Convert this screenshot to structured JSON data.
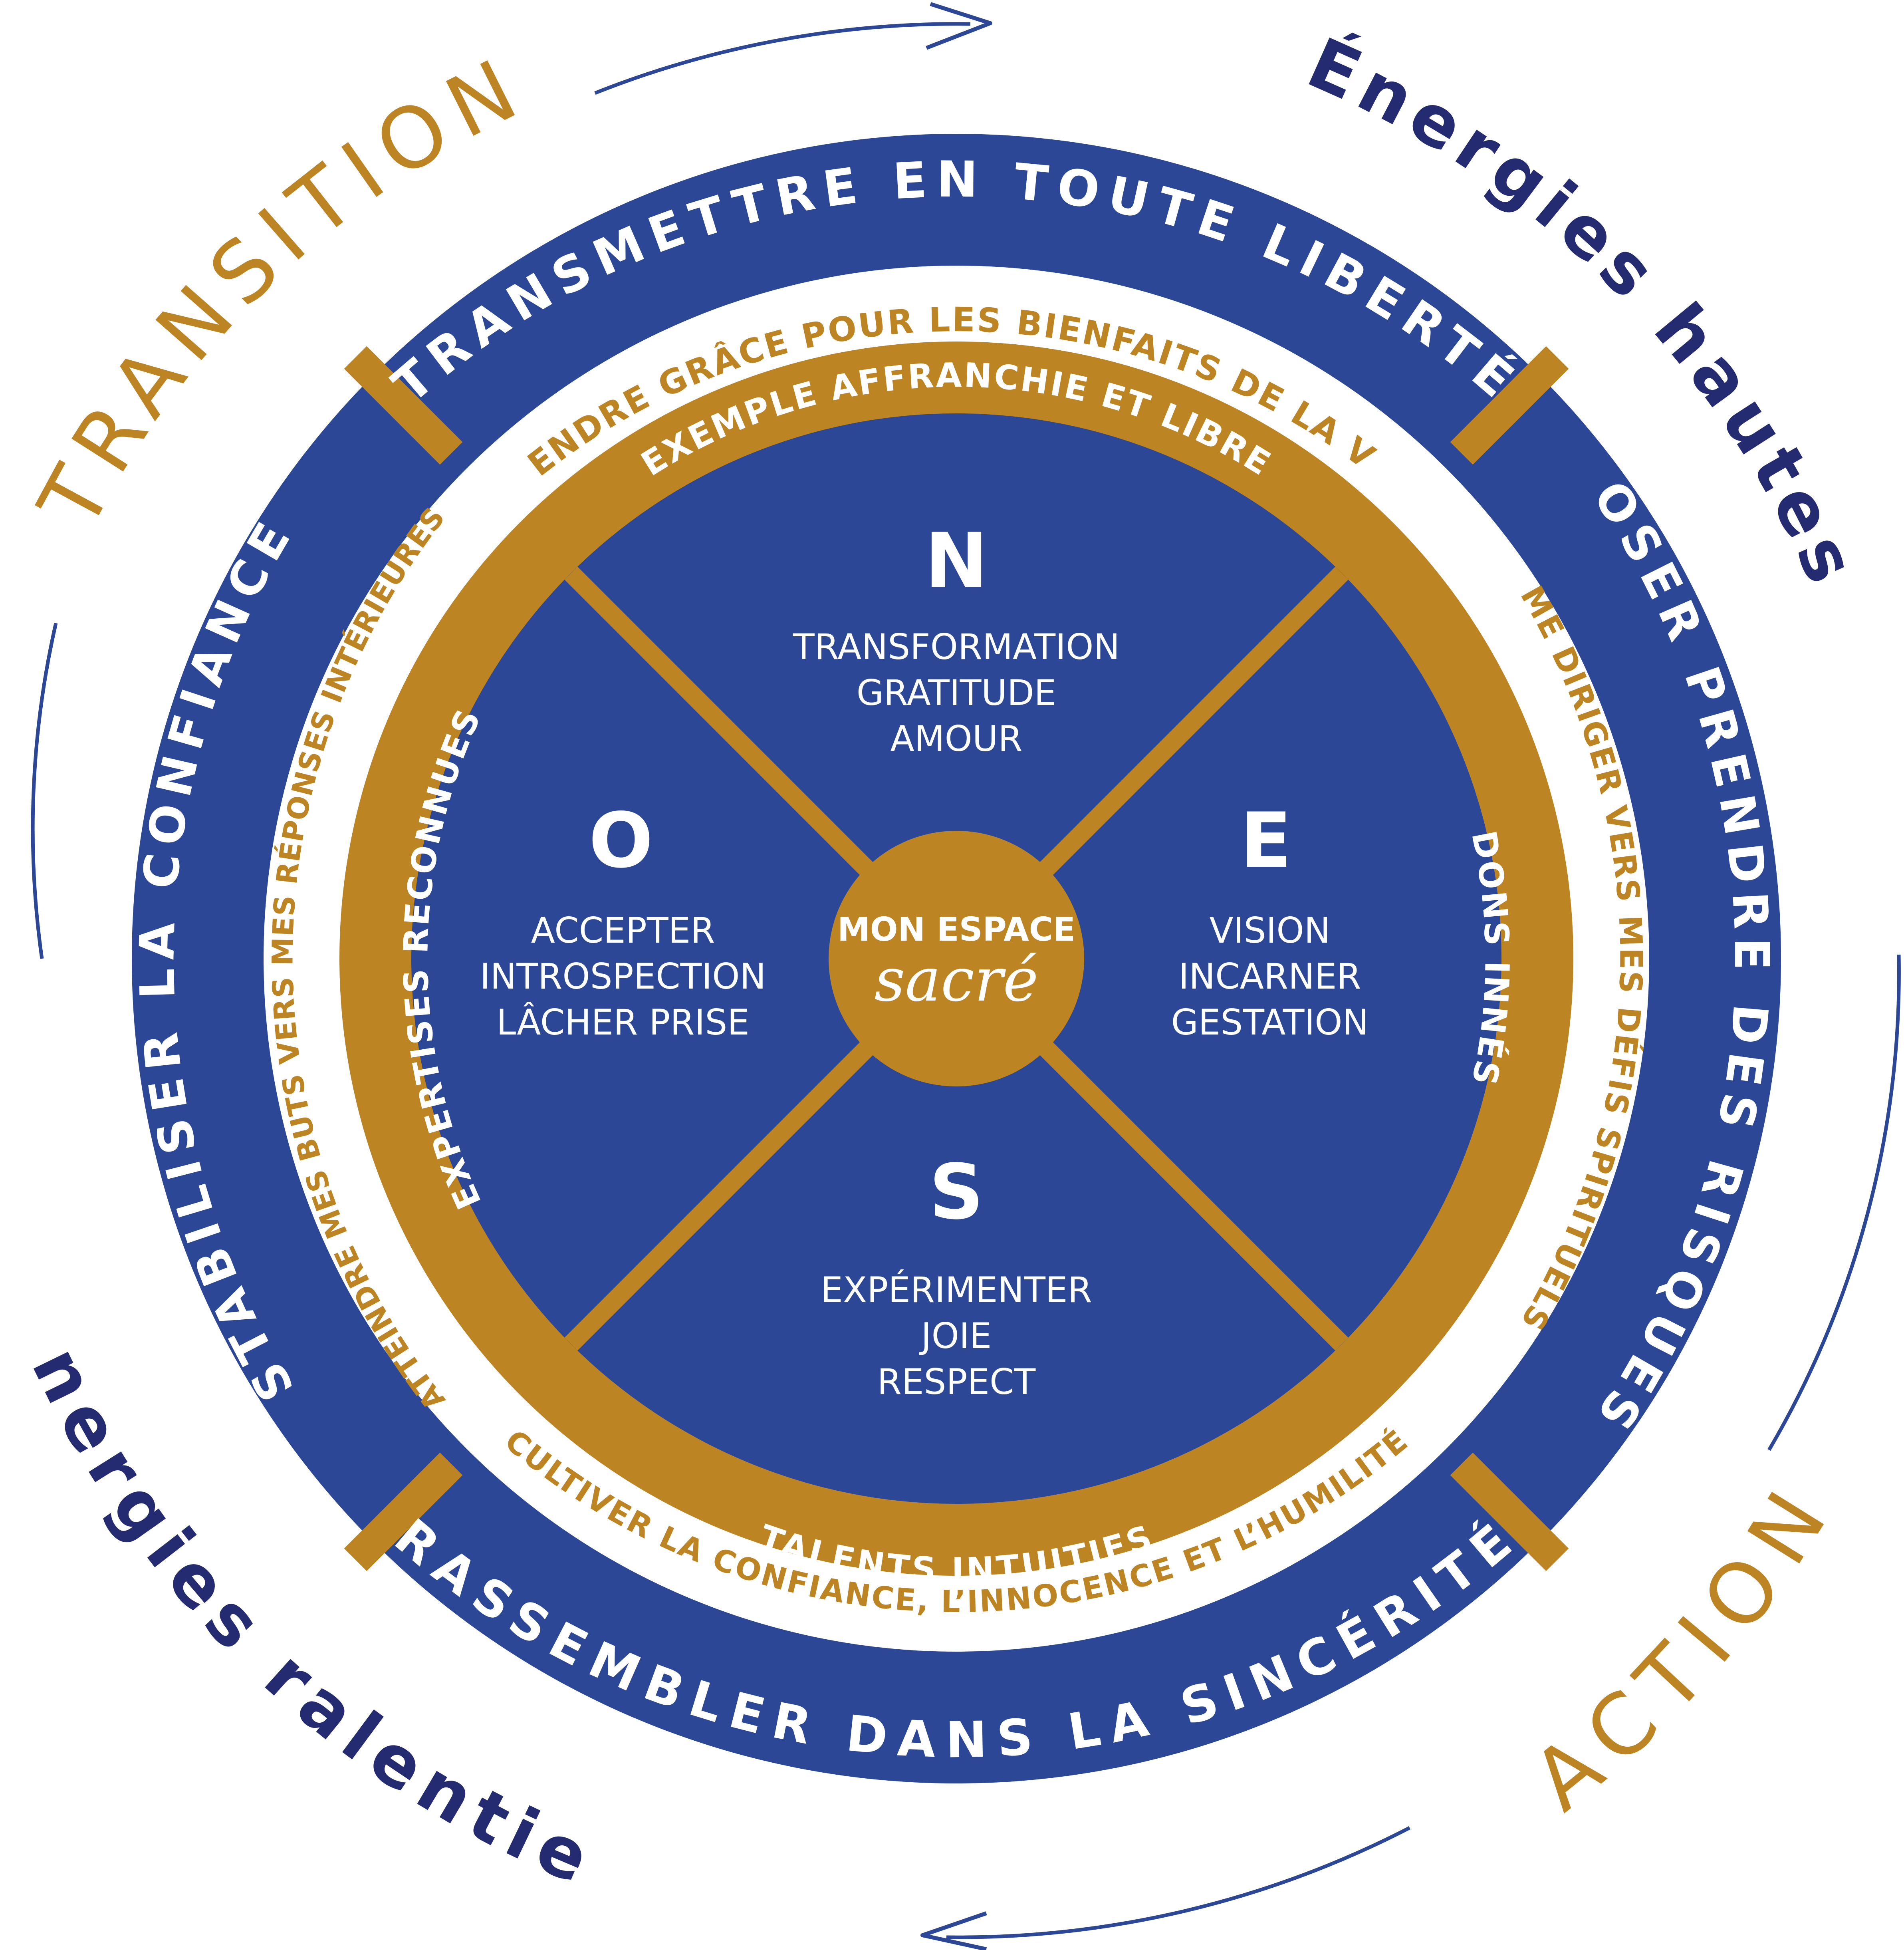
{
  "colors": {
    "navy": "#2b4795",
    "gold": "#bc8423",
    "white": "#ffffff",
    "text_navy": "#252b70",
    "arrow_blue": "#2b4795"
  },
  "icons": {
    "top_arrow": "arrow-right-icon",
    "bottom_arrow": "arrow-left-icon"
  },
  "outer": {
    "transition": "TRANSITION",
    "action": "ACTION",
    "energies_hautes": "Énergies hautes",
    "energies_ralenties": "Énergies ralenties"
  },
  "ring_outer": {
    "top": "TRANSMETTRE EN TOUTE LIBERTÉ",
    "right": "OSER PRENDRE DES RISQUES",
    "bottom": "RASSEMBLER DANS LA SINCÉRITÉ",
    "left": "STABILISER LA CONFIANCE"
  },
  "ring_white": {
    "top": "RENDRE GRÂCE POUR LES BIENFAITS DE LA VIE",
    "right": "ME DIRIGER VERS MES DÉFIS SPIRITUELS",
    "bottom": "CULTIVER LA CONFIANCE, L’INNOCENCE ET L’HUMILITÉ",
    "left": "ATTEINDRE MES BUTS VERS MES RÉPONSES INTÉRIEURES"
  },
  "ring_gold": {
    "top": "EXEMPLE AFFRANCHIE ET LIBRE",
    "right": "DONS INNÉS",
    "bottom": "TALENTS INTUITIFS",
    "left": "EXPERTISES RECONNUES"
  },
  "quadrants": {
    "north": {
      "letter": "N",
      "lines": [
        "TRANSFORMATION",
        "GRATITUDE",
        "AMOUR"
      ]
    },
    "east": {
      "letter": "E",
      "lines": [
        "VISION",
        "INCARNER",
        "GESTATION"
      ]
    },
    "south": {
      "letter": "S",
      "lines": [
        "EXPÉRIMENTER",
        "JOIE",
        "RESPECT"
      ]
    },
    "west": {
      "letter": "O",
      "lines": [
        "ACCEPTER",
        "INTROSPECTION",
        "LÂCHER PRISE"
      ]
    }
  },
  "center": {
    "title": "MON ESPACE",
    "script": "sacré"
  }
}
